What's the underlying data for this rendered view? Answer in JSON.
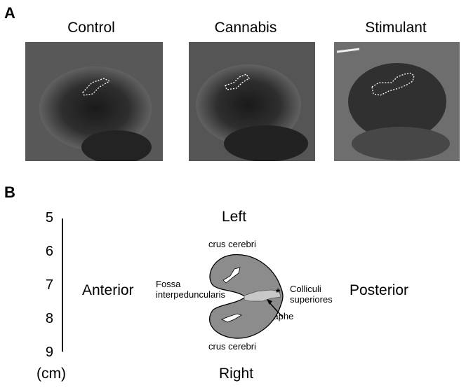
{
  "panel_a": {
    "letter": "A",
    "images": [
      {
        "title": "Control"
      },
      {
        "title": "Cannabis"
      },
      {
        "title": "Stimulant"
      }
    ]
  },
  "panel_b": {
    "letter": "B",
    "scale": {
      "ticks": [
        "5",
        "6",
        "7",
        "8",
        "9"
      ],
      "unit": "(cm)"
    },
    "orientation": {
      "top": "Left",
      "bottom": "Right",
      "left": "Anterior",
      "right": "Posterior"
    },
    "labels": {
      "crus_top": "crus cerebri",
      "crus_bottom": "crus cerebri",
      "fossa_line1": "Fossa",
      "fossa_line2": "interpeduncularis",
      "colliculi_line1": "Colliculi",
      "colliculi_line2": "superiores",
      "raphe": "Raphe",
      "asterisk": "*"
    },
    "colors": {
      "brainstem_fill": "#8c8c8c",
      "raphe_fill": "#c8c8c8"
    }
  }
}
